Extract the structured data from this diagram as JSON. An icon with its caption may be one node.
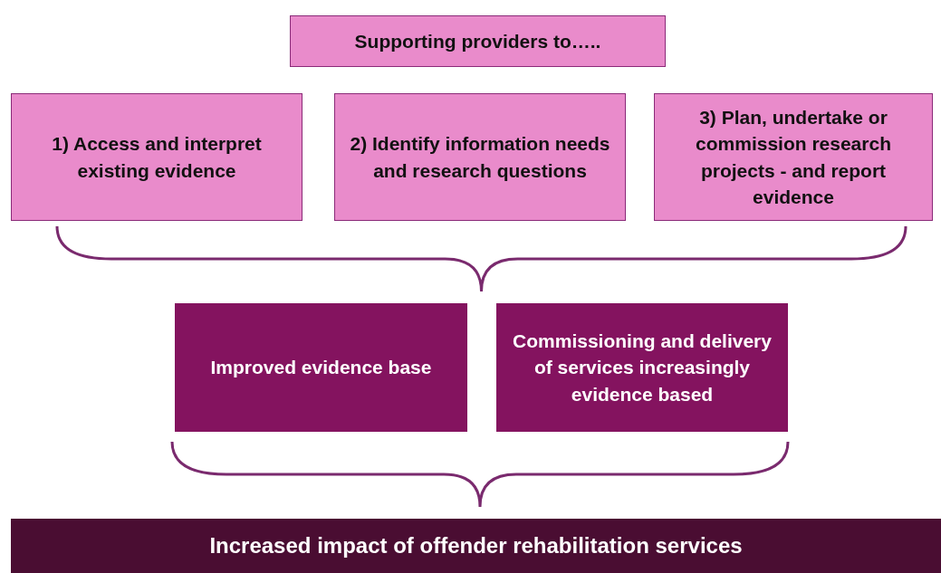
{
  "diagram": {
    "nodes": [
      {
        "text": [
          "Supporting providers to….."
        ]
      },
      {
        "text": [
          "1) Access and interpret existing evidence"
        ]
      },
      {
        "text": [
          "2) Identify information needs and research questions"
        ]
      },
      {
        "text": [
          "3) Plan, undertake or commission research projects - and report evidence"
        ]
      },
      {
        "text": [
          "Improved evidence base"
        ]
      },
      {
        "text": [
          "Commissioning and delivery of services increasingly evidence based"
        ]
      },
      {
        "text": [
          "Increased impact of offender rehabilitation services"
        ]
      }
    ]
  }
}
